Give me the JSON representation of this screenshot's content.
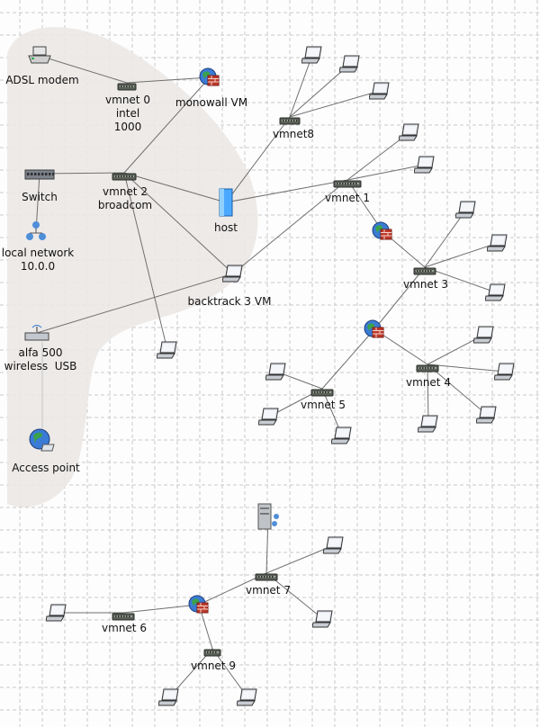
{
  "diagram": {
    "labels": {
      "adsl_modem": "ADSL modem",
      "vmnet0": [
        "vmnet 0",
        "intel",
        "1000"
      ],
      "monowall_vm": "monowall VM",
      "vmnet8": "vmnet8",
      "switch": "Switch",
      "vmnet2": [
        "vmnet 2",
        "broadcom"
      ],
      "host": "host",
      "vmnet1": "vmnet 1",
      "local_network": [
        "local network",
        "10.0.0"
      ],
      "vmnet3": "vmnet 3",
      "backtrack_vm": "backtrack 3 VM",
      "alfa": [
        "alfa 500",
        "wireless  USB"
      ],
      "vmnet4": "vmnet 4",
      "vmnet5": "vmnet 5",
      "access_point": "Access point",
      "vmnet7": "vmnet 7",
      "vmnet6": "vmnet 6",
      "vmnet9": "vmnet 9"
    },
    "colors": {
      "background": "#fdfdfd",
      "grid": "#c9c9c9",
      "shaded_region": "#e9e6e3",
      "link": "#707070",
      "firewall": "#c0392b",
      "laptop_screen": "#dfe3ea"
    }
  }
}
